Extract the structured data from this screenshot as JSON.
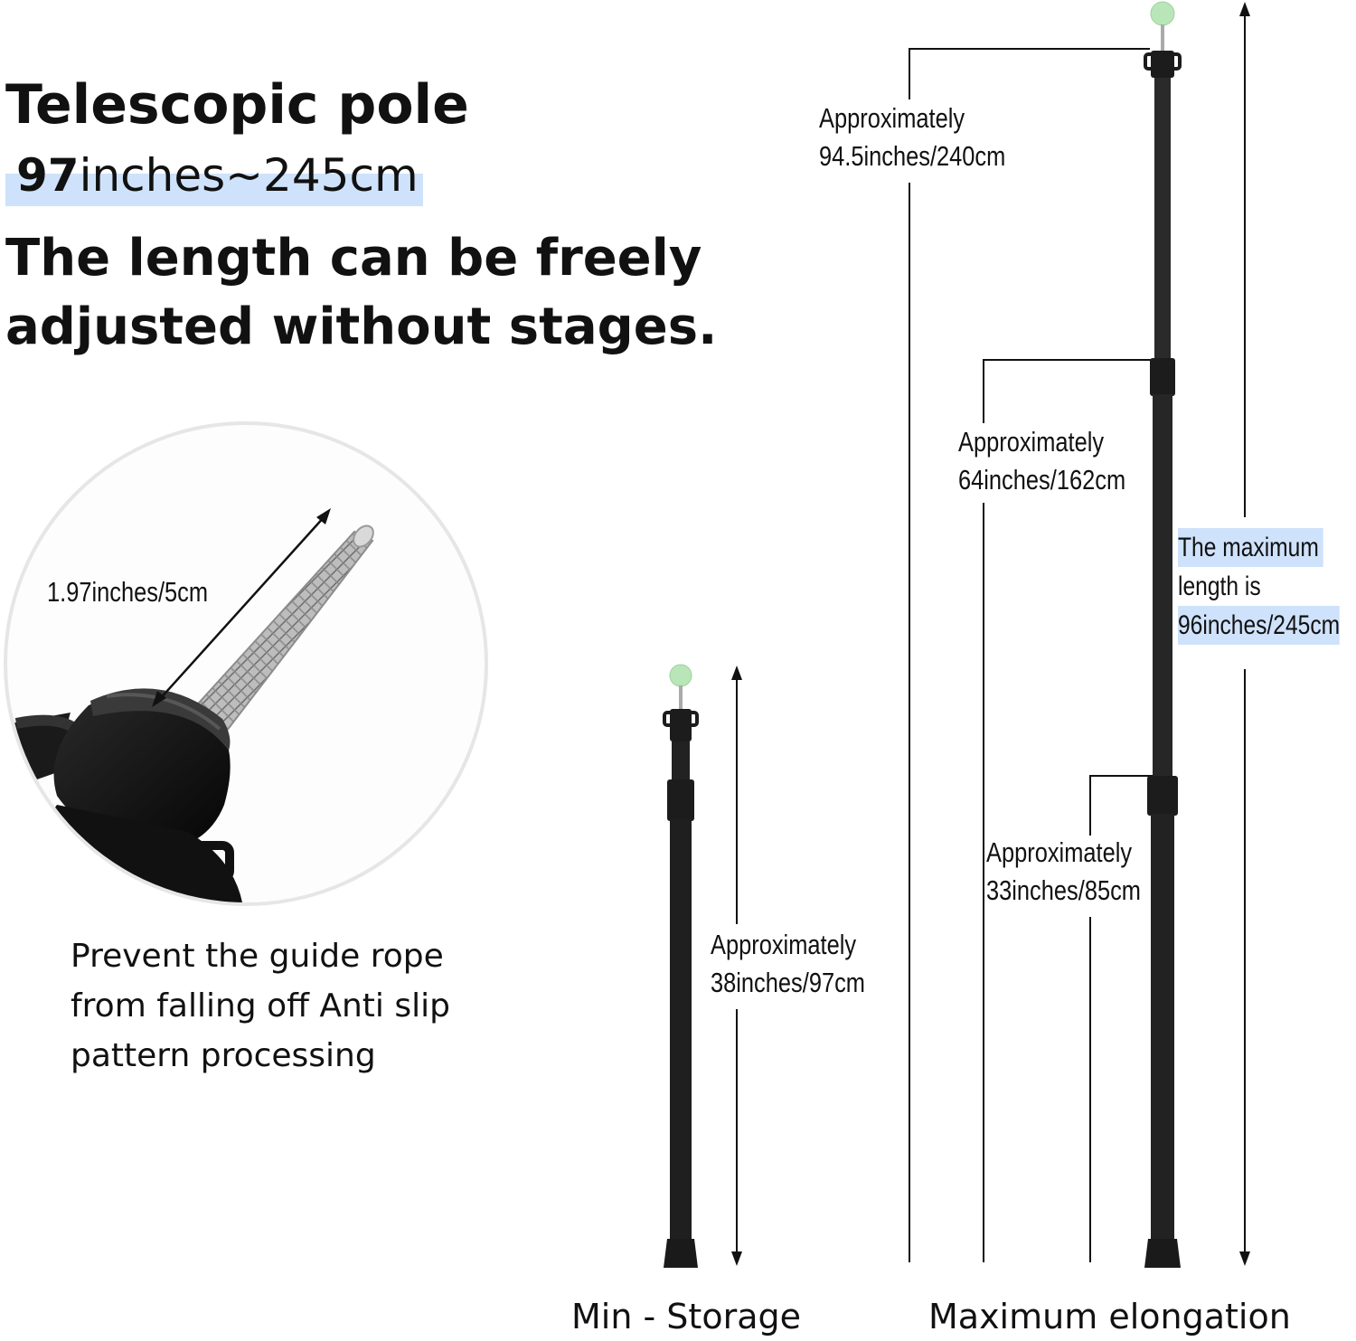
{
  "heading": {
    "title": "Telescopic pole",
    "range_number": "97",
    "range_rest": "inches~245cm",
    "subtitle": "The length can be freely adjusted without stages."
  },
  "detail": {
    "measurement": "1.97inches/5cm",
    "caption": "Prevent the guide rope from falling off Anti slip pattern processing"
  },
  "min_pole": {
    "length_line1": "Approximately",
    "length_line2": "38inches/97cm",
    "label": "Min - Storage"
  },
  "max_pole": {
    "label": "Maximum elongation",
    "stage1_line1": "Approximately",
    "stage1_line2": "94.5inches/240cm",
    "stage2_line1": "Approximately",
    "stage2_line2": "64inches/162cm",
    "stage3_line1": "Approximately",
    "stage3_line2": "33inches/85cm",
    "max_line1": "The maximum",
    "max_line2": "length is",
    "max_line3": "96inches/245cm"
  },
  "colors": {
    "highlight": "#cfe2fb",
    "pole": "#1c1c1c",
    "glow_ball": "#b9e6b8"
  }
}
